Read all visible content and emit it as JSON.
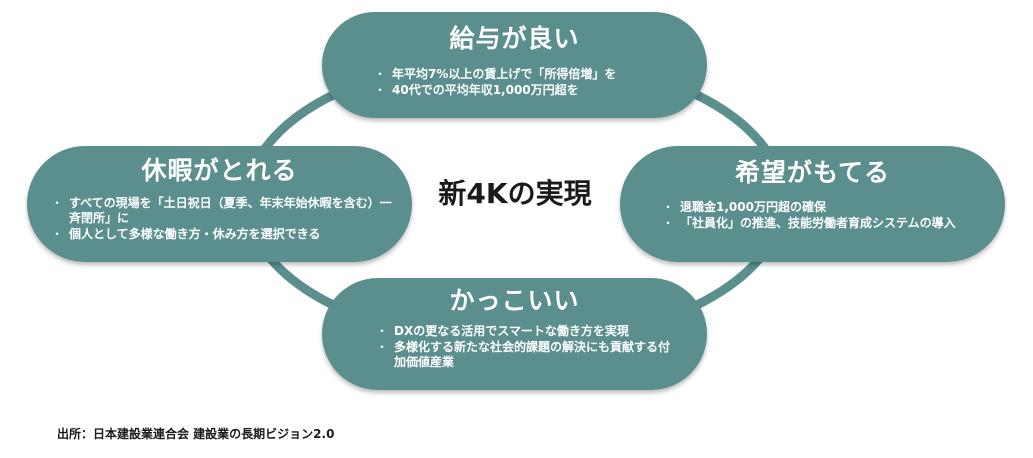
{
  "center_title": "新4Kの実現",
  "colors": {
    "pill": "#5a8f8d",
    "ring": "#5a8f8d",
    "text_on_pill": "#ffffff",
    "text": "#1a1a1a"
  },
  "pills": {
    "top": {
      "title": "給与が良い",
      "bullets": [
        "年平均7%以上の賃上げで「所得倍増」を",
        "40代での平均年収1,000万円超を"
      ]
    },
    "left": {
      "title": "休暇がとれる",
      "bullets": [
        "すべての現場を「土日祝日（夏季、年末年始休暇を含む）一斉閉所」に",
        "個人として多様な働き方・休み方を選択できる"
      ]
    },
    "right": {
      "title": "希望がもてる",
      "bullets": [
        "退職金1,000万円超の確保",
        "「社員化」の推進、技能労働者育成システムの導入"
      ]
    },
    "bottom": {
      "title": "かっこいい",
      "bullets": [
        "DXの更なる活用でスマートな働き方を実現",
        "多様化する新たな社会的課題の解決にも貢献する付加価値産業"
      ]
    }
  },
  "bullet_char": "・",
  "source": "出所：日本建設業連合会 建設業の長期ビジョン2.0"
}
